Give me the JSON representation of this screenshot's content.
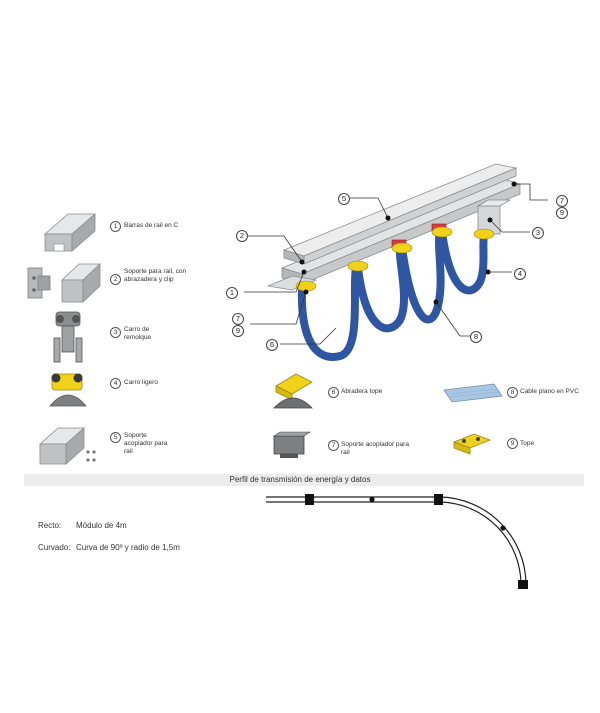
{
  "parts": [
    {
      "num": "1",
      "label": "Barras de rail en C",
      "icon": "c-rail-bar-icon"
    },
    {
      "num": "2",
      "label": "Soporte para rail, con abrazadera y clip",
      "icon": "rail-support-clip-icon"
    },
    {
      "num": "3",
      "label": "Carro de remolque",
      "icon": "towing-trolley-icon"
    },
    {
      "num": "4",
      "label": "Carro ligero",
      "icon": "light-trolley-icon"
    },
    {
      "num": "5",
      "label": "Soporte acoplador para rail",
      "icon": "rail-coupler-support-icon"
    },
    {
      "num": "6",
      "label": "Abradera tope",
      "icon": "stop-clamp-icon"
    },
    {
      "num": "7",
      "label": "Soporte acoplador para rail",
      "icon": "end-cap-icon"
    },
    {
      "num": "8",
      "label": "Cable plano en PVC",
      "icon": "flat-pvc-cable-icon"
    },
    {
      "num": "9",
      "label": "Tope",
      "icon": "stopper-icon"
    }
  ],
  "callouts": {
    "c1": "1",
    "c2": "2",
    "c3": "3",
    "c4": "4",
    "c5": "5",
    "c6": "6",
    "c7a": "7",
    "c9a": "9",
    "c7b": "7",
    "c9b": "9",
    "c8": "8"
  },
  "profile_title": "Perfil  de transmisión de energía y datos",
  "specs": {
    "straight_label": "Recto:",
    "straight_value": "Módulo de 4m",
    "curved_label": "Curvado:",
    "curved_value": "Curva de 90º y radio de 1,5m"
  },
  "colors": {
    "rail": "#c9cbcc",
    "cable": "#2f56a0",
    "yellow": "#f1d21a",
    "red": "#d93a3a"
  }
}
